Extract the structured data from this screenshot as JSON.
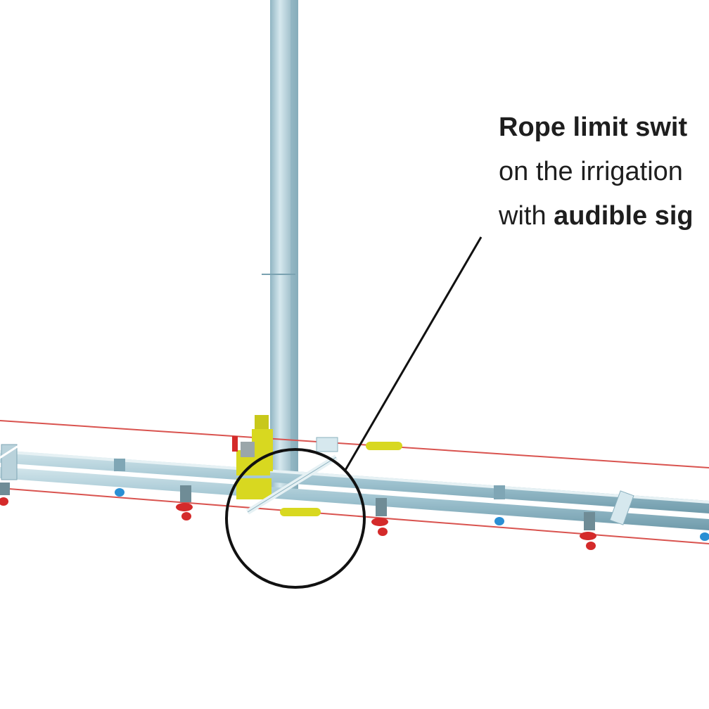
{
  "callout": {
    "line1_bold": "Rope limit swit",
    "line2": "on the irrigation",
    "line3_prefix": "with ",
    "line3_bold": "audible sig"
  },
  "colors": {
    "pipe": "#9fc3d0",
    "pipe_dark": "#6f9aaa",
    "mast": "#b7d3dc",
    "rope": "#d9534f",
    "accent_yellow": "#d8d820",
    "nozzle_red": "#d42a2a",
    "nozzle_blue": "#2a8fd4",
    "leader_line": "#111111"
  },
  "icons": {
    "callout_marker": "circle-highlight",
    "leader": "pointer-line"
  }
}
